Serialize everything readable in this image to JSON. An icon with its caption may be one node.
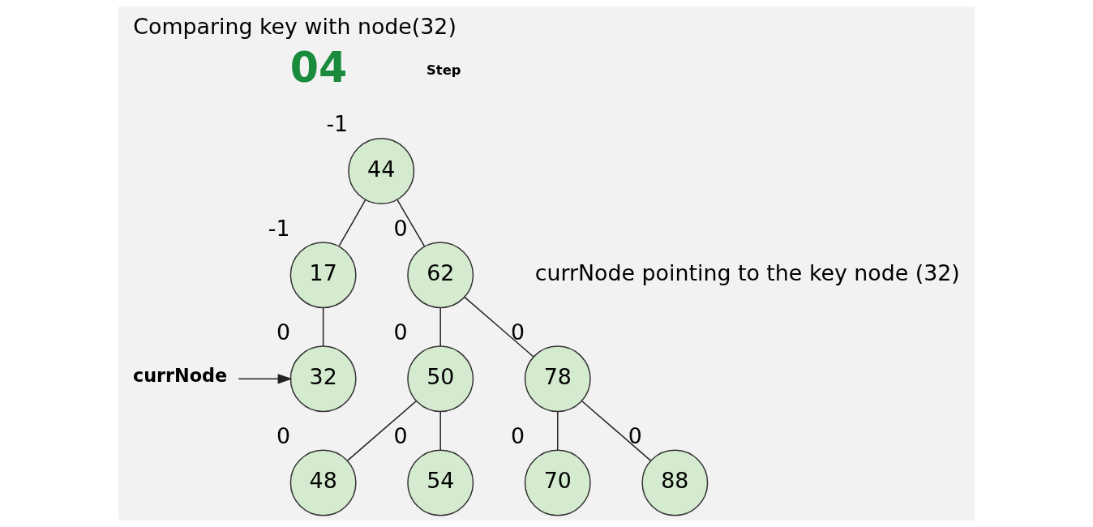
{
  "diagram": {
    "title": "Comparing key with node(32)",
    "nodes": [
      {
        "text": [
          "44"
        ],
        "beside": [
          "-1"
        ]
      },
      {
        "text": [
          "17"
        ],
        "beside": [
          "-1"
        ]
      },
      {
        "text": [
          "62"
        ],
        "beside": [
          "0"
        ]
      },
      {
        "text": [
          "32"
        ],
        "beside": [
          "0"
        ]
      },
      {
        "text": [
          "50"
        ],
        "beside": [
          "0"
        ]
      },
      {
        "text": [
          "78"
        ],
        "beside": [
          "0"
        ]
      },
      {
        "text": [
          "48"
        ],
        "beside": [
          "0"
        ]
      },
      {
        "text": [
          "54"
        ],
        "beside": [
          "0"
        ]
      },
      {
        "text": [
          "70"
        ],
        "beside": [
          "0"
        ]
      },
      {
        "text": [
          "88"
        ],
        "beside": [
          "0"
        ]
      },
      {
        "text": [
          "currNode"
        ]
      }
    ],
    "edges": [
      {
        "from": 0,
        "to": 1,
        "arrow": "none"
      },
      {
        "from": 0,
        "to": 2,
        "arrow": "none"
      },
      {
        "from": 1,
        "to": 3,
        "arrow": "none"
      },
      {
        "from": 2,
        "to": 4,
        "arrow": "none"
      },
      {
        "from": 2,
        "to": 5,
        "arrow": "none"
      },
      {
        "from": 4,
        "to": 6,
        "arrow": "none"
      },
      {
        "from": 4,
        "to": 7,
        "arrow": "none"
      },
      {
        "from": 5,
        "to": 8,
        "arrow": "none"
      },
      {
        "from": 5,
        "to": 9,
        "arrow": "none"
      },
      {
        "from": 10,
        "to": 3,
        "arrow": "to"
      }
    ],
    "labels": [
      "04",
      "Step",
      "currNode pointing to the key node (32)"
    ]
  }
}
